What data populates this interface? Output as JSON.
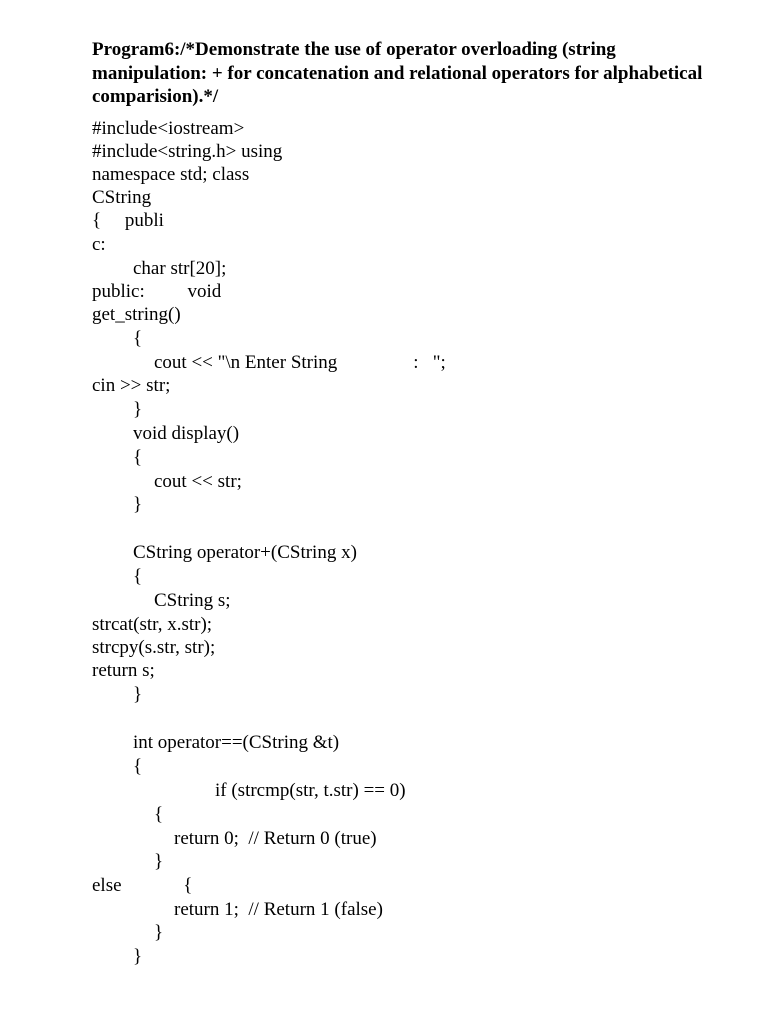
{
  "document": {
    "heading": "Program6:/*Demonstrate the use of operator overloading (string manipulation: + for concatenation and relational operators for alphabetical comparision).*/",
    "code_lines": [
      "#include<iostream>",
      "#include<string.h> using",
      "namespace std; class",
      "CString",
      "{     publi",
      "c:",
      "char str[20];",
      "public:         void",
      "get_string()",
      "{",
      "cout << \"\\n Enter String                :   \";",
      "cin >> str;",
      "}",
      "void display()",
      "{",
      "cout << str;",
      "}",
      "CString operator+(CString x)",
      "{",
      "CString s;",
      "strcat(str, x.str);",
      "strcpy(s.str, str);",
      "return s;",
      "}",
      "int operator==(CString &t)",
      "{",
      "if (strcmp(str, t.str) == 0)",
      "{",
      "return 0;  // Return 0 (true)",
      "}",
      "else             {",
      "return 1;  // Return 1 (false)",
      "}",
      "}"
    ]
  }
}
